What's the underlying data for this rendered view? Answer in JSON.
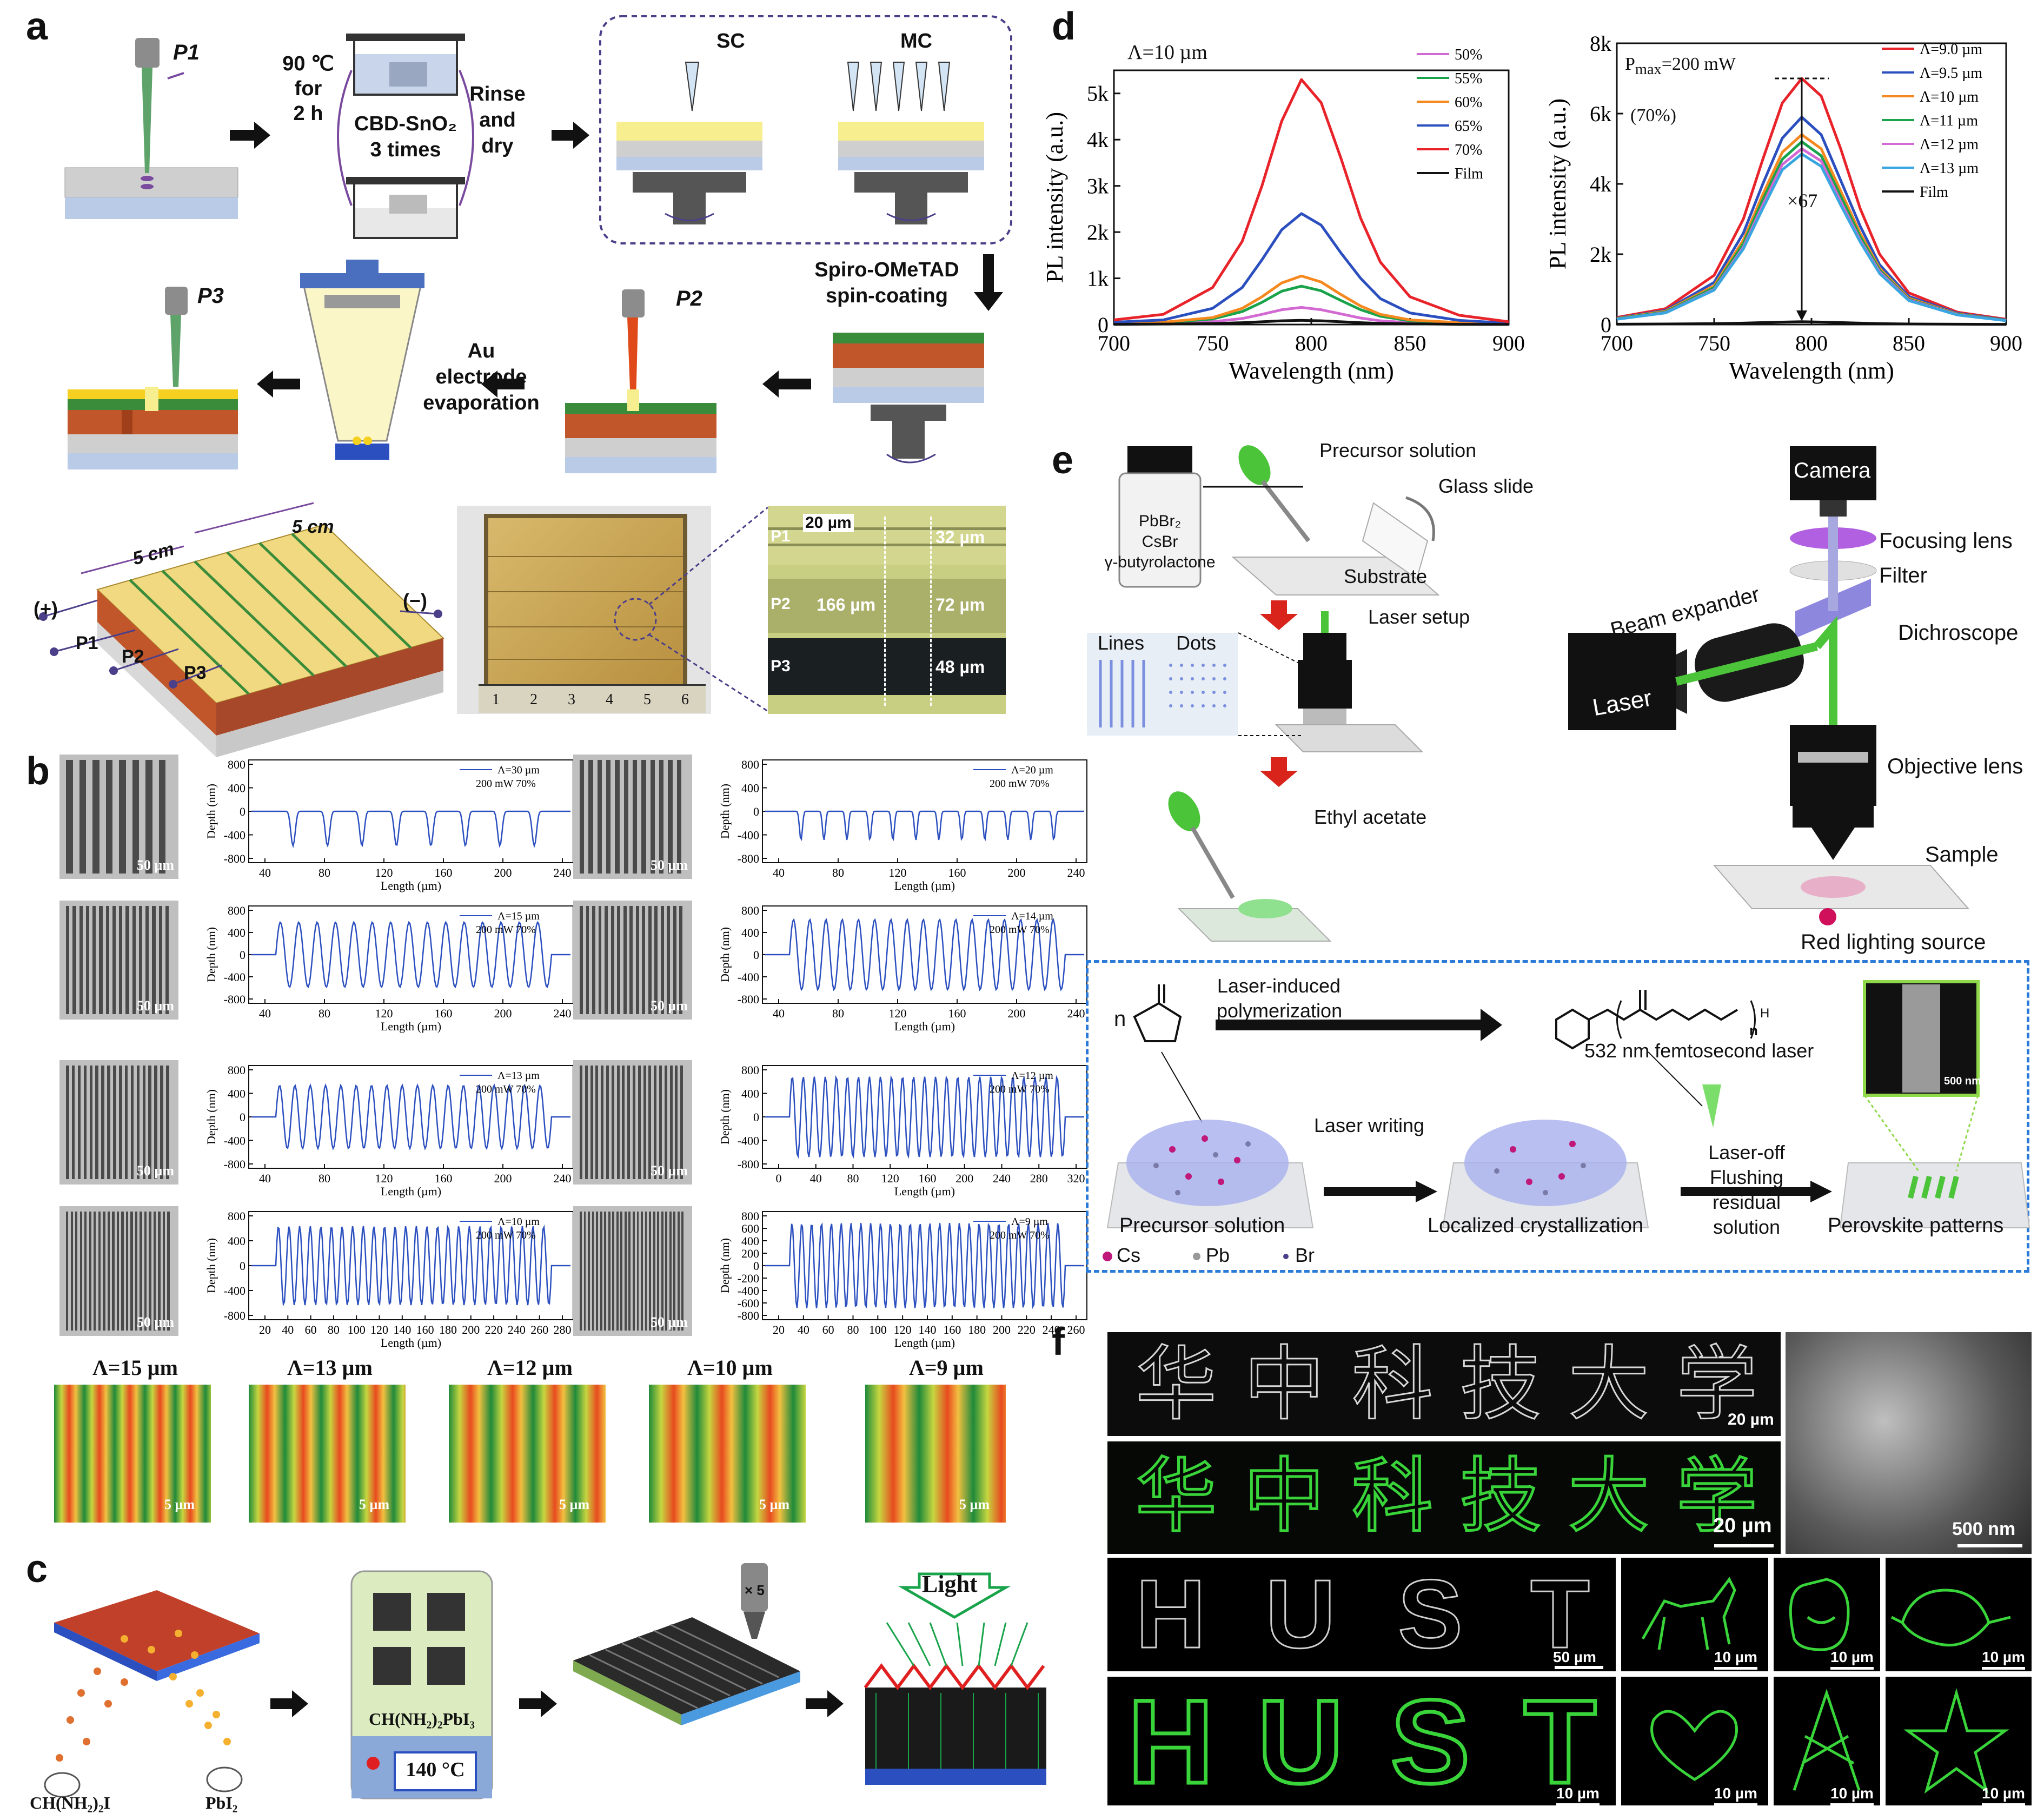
{
  "panel_a": {
    "label": "a",
    "p1": "P1",
    "p2": "P2",
    "p3": "P3",
    "temp": "90 ℃",
    "for": "for",
    "time": "2 h",
    "cbd": "CBD-SnO₂",
    "times": "3 times",
    "rinse": "Rinse",
    "and": "and",
    "dry": "dry",
    "sc": "SC",
    "mc": "MC",
    "spiro1": "Spiro-OMeTAD",
    "spiro2": "spin-coating",
    "au1": "Au",
    "au2": "electrode",
    "au3": "evaporation",
    "dim1": "5 cm",
    "dim2": "5 cm",
    "plus": "(+)",
    "minus": "(−)",
    "scale": "20 µm",
    "m32": "32 µm",
    "m166": "166 µm",
    "m72": "72 µm",
    "m48": "48 µm",
    "ruler": [
      "1",
      "2",
      "3",
      "4",
      "5",
      "6"
    ]
  },
  "panel_b": {
    "label": "b",
    "plots": [
      {
        "lambda": "Λ=30 µm",
        "power": "200 mW  70%",
        "scale": "50 µm",
        "period": 30,
        "amp": 600,
        "xmax": 250,
        "yt": [
          "800",
          "400",
          "0",
          "-400",
          "-800"
        ],
        "xt": [
          "40",
          "80",
          "120",
          "160",
          "200",
          "240"
        ]
      },
      {
        "lambda": "Λ=20 µm",
        "power": "200 mW  70%",
        "scale": "50 µm",
        "period": 20,
        "amp": 500,
        "xmax": 260,
        "yt": [
          "800",
          "400",
          "0",
          "-400",
          "-800"
        ],
        "xt": [
          "40",
          "80",
          "120",
          "160",
          "200",
          "240"
        ]
      },
      {
        "lambda": "Λ=15 µm",
        "power": "200 mW  70%",
        "scale": "50 µm",
        "period": 15,
        "amp": 600,
        "xmax": 250,
        "yt": [
          "800",
          "400",
          "0",
          "-400",
          "-800"
        ],
        "xt": [
          "40",
          "80",
          "120",
          "160",
          "200",
          "240"
        ]
      },
      {
        "lambda": "Λ=14 µm",
        "power": "200 mW  70%",
        "scale": "50 µm",
        "period": 14,
        "amp": 650,
        "xmax": 250,
        "yt": [
          "800",
          "400",
          "0",
          "-400",
          "-800"
        ],
        "xt": [
          "40",
          "80",
          "120",
          "160",
          "200",
          "240"
        ]
      },
      {
        "lambda": "Λ=13 µm",
        "power": "200 mW  70%",
        "scale": "50 µm",
        "period": 13,
        "amp": 550,
        "xmax": 250,
        "yt": [
          "800",
          "400",
          "0",
          "-400",
          "-800"
        ],
        "xt": [
          "40",
          "80",
          "120",
          "160",
          "200",
          "240"
        ]
      },
      {
        "lambda": "Λ=12 µm",
        "power": "200 mW  70%",
        "scale": "50 µm",
        "period": 12,
        "amp": 700,
        "xmax": 320,
        "yt": [
          "800",
          "400",
          "0",
          "-400",
          "-800"
        ],
        "xt": [
          "0",
          "40",
          "80",
          "120",
          "160",
          "200",
          "240",
          "280",
          "320"
        ]
      },
      {
        "lambda": "Λ=10 µm",
        "power": "200 mW  70%",
        "scale": "50 µm",
        "period": 10,
        "amp": 650,
        "xmax": 280,
        "yt": [
          "800",
          "400",
          "0",
          "-400",
          "-800"
        ],
        "xt": [
          "20",
          "40",
          "60",
          "80",
          "100",
          "120",
          "140",
          "160",
          "180",
          "200",
          "220",
          "240",
          "260",
          "280"
        ]
      },
      {
        "lambda": "Λ=9 µm",
        "power": "200 mW  70%",
        "scale": "50 µm",
        "period": 9,
        "amp": 700,
        "xmax": 270,
        "yt": [
          "800",
          "600",
          "400",
          "200",
          "0",
          "-200",
          "-400",
          "-600",
          "-800"
        ],
        "xt": [
          "20",
          "40",
          "60",
          "80",
          "100",
          "120",
          "140",
          "160",
          "180",
          "200",
          "220",
          "240",
          "260"
        ]
      }
    ],
    "ylabel": "Depth (nm)",
    "xlabel": "Length (µm)",
    "maps": [
      {
        "title": "Λ=15 µm",
        "scale": "5 µm"
      },
      {
        "title": "Λ=13 µm",
        "scale": "5 µm"
      },
      {
        "title": "Λ=12 µm",
        "scale": "5 µm"
      },
      {
        "title": "Λ=10 µm",
        "scale": "5 µm"
      },
      {
        "title": "Λ=9 µm",
        "scale": "5 µm"
      }
    ]
  },
  "panel_c": {
    "label": "c",
    "fai": "CH(NH₂)₂I",
    "pbi": "PbI₂",
    "perov": "CH(NH₂)₂PbI₃",
    "temp": "140 °C",
    "mag": "× 5",
    "light": "Light"
  },
  "panel_d": {
    "label": "d",
    "ylabel": "PL intensity (a.u.)",
    "xlabel": "Wavelength (nm)",
    "left_note": "Λ=10 µm",
    "right_note1": "P",
    "right_note1_sub": "max",
    "right_note1_rest": "=200 mW",
    "right_note2": "(70%)",
    "ratio": "×67"
  },
  "chart_data": [
    {
      "type": "line",
      "xlabel": "Wavelength (nm)",
      "ylabel": "PL intensity (a.u.)",
      "xlim": [
        700,
        900
      ],
      "ylim": [
        0,
        5500
      ],
      "xticks": [
        "700",
        "750",
        "800",
        "850",
        "900"
      ],
      "yticks": [
        "0",
        "1k",
        "2k",
        "3k",
        "4k",
        "5k"
      ],
      "x": [
        700,
        725,
        750,
        765,
        775,
        785,
        795,
        805,
        815,
        825,
        835,
        850,
        875,
        900
      ],
      "series": [
        {
          "name": "50%",
          "color": "#d36ad3",
          "values": [
            10,
            20,
            60,
            130,
            220,
            320,
            370,
            320,
            230,
            140,
            80,
            40,
            15,
            5
          ]
        },
        {
          "name": "55%",
          "color": "#19a34b",
          "values": [
            20,
            40,
            120,
            280,
            480,
            720,
            830,
            730,
            520,
            320,
            180,
            80,
            30,
            10
          ]
        },
        {
          "name": "60%",
          "color": "#f5891f",
          "values": [
            25,
            50,
            150,
            350,
            600,
            900,
            1050,
            920,
            650,
            400,
            220,
            100,
            40,
            15
          ]
        },
        {
          "name": "65%",
          "color": "#2b4fbf",
          "values": [
            50,
            100,
            350,
            800,
            1400,
            2050,
            2400,
            2150,
            1550,
            1000,
            560,
            250,
            90,
            30
          ]
        },
        {
          "name": "70%",
          "color": "#e8232a",
          "values": [
            100,
            220,
            800,
            1800,
            3000,
            4400,
            5300,
            4800,
            3600,
            2300,
            1350,
            600,
            200,
            60
          ]
        },
        {
          "name": "Film",
          "color": "#111111",
          "values": [
            5,
            10,
            20,
            40,
            60,
            80,
            90,
            80,
            60,
            40,
            25,
            15,
            5,
            3
          ]
        }
      ]
    },
    {
      "type": "line",
      "xlabel": "Wavelength (nm)",
      "ylabel": "PL intensity (a.u.)",
      "xlim": [
        700,
        900
      ],
      "ylim": [
        0,
        8000
      ],
      "xticks": [
        "700",
        "750",
        "800",
        "850",
        "900"
      ],
      "yticks": [
        "0",
        "2k",
        "4k",
        "6k",
        "8k"
      ],
      "x": [
        700,
        725,
        750,
        765,
        775,
        785,
        795,
        805,
        815,
        825,
        835,
        850,
        875,
        900
      ],
      "series": [
        {
          "name": "Λ=9.0 µm",
          "color": "#e8232a",
          "values": [
            200,
            450,
            1400,
            3000,
            4700,
            6300,
            7000,
            6500,
            5000,
            3300,
            2000,
            900,
            350,
            150
          ]
        },
        {
          "name": "Λ=9.5 µm",
          "color": "#2b4fbf",
          "values": [
            180,
            400,
            1200,
            2600,
            4000,
            5300,
            5900,
            5400,
            4100,
            2800,
            1700,
            800,
            320,
            130
          ]
        },
        {
          "name": "Λ=10  µm",
          "color": "#f5891f",
          "values": [
            170,
            380,
            1100,
            2400,
            3700,
            4900,
            5400,
            5000,
            3800,
            2600,
            1600,
            750,
            300,
            120
          ]
        },
        {
          "name": "Λ=11  µm",
          "color": "#19a34b",
          "values": [
            160,
            360,
            1050,
            2300,
            3550,
            4700,
            5200,
            4800,
            3650,
            2500,
            1550,
            720,
            290,
            120
          ]
        },
        {
          "name": "Λ=12  µm",
          "color": "#d36ad3",
          "values": [
            150,
            340,
            1000,
            2200,
            3400,
            4550,
            5000,
            4650,
            3500,
            2400,
            1500,
            700,
            280,
            110
          ]
        },
        {
          "name": "Λ=13  µm",
          "color": "#39a6e0",
          "values": [
            150,
            330,
            980,
            2150,
            3300,
            4400,
            4850,
            4500,
            3400,
            2350,
            1450,
            680,
            270,
            110
          ]
        },
        {
          "name": "Film",
          "color": "#111111",
          "values": [
            10,
            15,
            25,
            40,
            55,
            70,
            80,
            70,
            55,
            40,
            25,
            15,
            10,
            5
          ]
        }
      ]
    }
  ],
  "panel_e": {
    "label": "e",
    "precursor": "Precursor solution",
    "glass": "Glass slide",
    "pbbr": "PbBr₂",
    "csbr": "CsBr",
    "gbl": "γ-butyrolactone",
    "substrate": "Substrate",
    "laser_setup": "Laser setup",
    "lines": "Lines",
    "dots": "Dots",
    "ethyl": "Ethyl acetate",
    "camera": "Camera",
    "focusing": "Focusing lens",
    "filter": "Filter",
    "beam": "Beam expander",
    "dichro": "Dichroscope",
    "laser": "Laser",
    "objective": "Objective lens",
    "sample": "Sample",
    "red": "Red lighting source",
    "lip1": "Laser-induced",
    "lip2": "polymerization",
    "n": "n",
    "h": "H",
    "nsub": "n",
    "fs": "532 nm femtosecond laser",
    "sem": "500 nm",
    "writing": "Laser writing",
    "off": "Laser-off",
    "flush1": "Flushing",
    "flush2": "residual solution",
    "cap1": "Precursor solution",
    "cap2": "Localized crystallization",
    "cap3": "Perovskite patterns",
    "cs": "Cs",
    "pb": "Pb",
    "br": "Br"
  },
  "panel_f": {
    "label": "f",
    "chars": [
      "华",
      "中",
      "科",
      "技",
      "大",
      "学"
    ],
    "hust": [
      "H",
      "U",
      "S",
      "T"
    ],
    "s20a": "20 µm",
    "s20b": "20 µm",
    "s500": "500 nm",
    "s50": "50 µm",
    "s10": [
      "10 µm",
      "10 µm",
      "10 µm",
      "10 µm",
      "10 µm",
      "10 µm",
      "10 µm"
    ]
  }
}
